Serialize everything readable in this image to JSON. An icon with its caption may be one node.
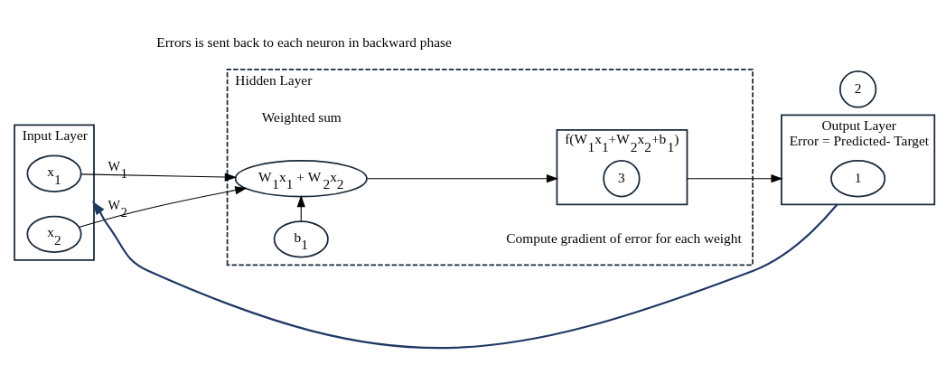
{
  "diagram": {
    "nodes": [
      {
        "text": [
          "Input Layer"
        ]
      },
      {
        "text": [
          "x$_{1}$"
        ],
        "in": 0
      },
      {
        "text": [
          "x$_{2}$"
        ],
        "in": 0
      },
      {
        "text": [
          "Hidden Layer"
        ]
      },
      {
        "text": [
          "b$_{1}$"
        ],
        "in": 3
      },
      {
        "text": [
          "W$_{1}$x$_{1}$ + W$_{2}$x$_{2}$"
        ],
        "in": 3,
        "beside": [
          "Weighted sum"
        ]
      },
      {
        "text": [
          "f(W$_{1}$x$_{1}$+W$_{2}$x$_{2}$+b$_{1}$)"
        ],
        "in": 3,
        "beside": [
          "Compute gradient of error for each weight"
        ]
      },
      {
        "text": [
          "3"
        ],
        "in": 6
      },
      {
        "text": [
          "Output Layer",
          "Error = Predicted- Target"
        ]
      },
      {
        "text": [
          "1"
        ],
        "in": 8
      },
      {
        "text": [
          "2"
        ]
      }
    ],
    "edges": [
      {
        "from": 1,
        "to": 5,
        "arrow": "to",
        "label": "W$_{1}$"
      },
      {
        "from": 2,
        "to": 5,
        "arrow": "to",
        "label": "W$_{2}$"
      },
      {
        "from": 4,
        "to": 5,
        "arrow": "to"
      },
      {
        "from": 5,
        "to": 6,
        "arrow": "to"
      },
      {
        "from": 6,
        "to": 8,
        "arrow": "to"
      },
      {
        "from": 8,
        "to": 0,
        "arrow": "to",
        "color": "#1f3864"
      }
    ],
    "labels": [
      "Errors is sent back to each neuron in backward phase"
    ]
  }
}
